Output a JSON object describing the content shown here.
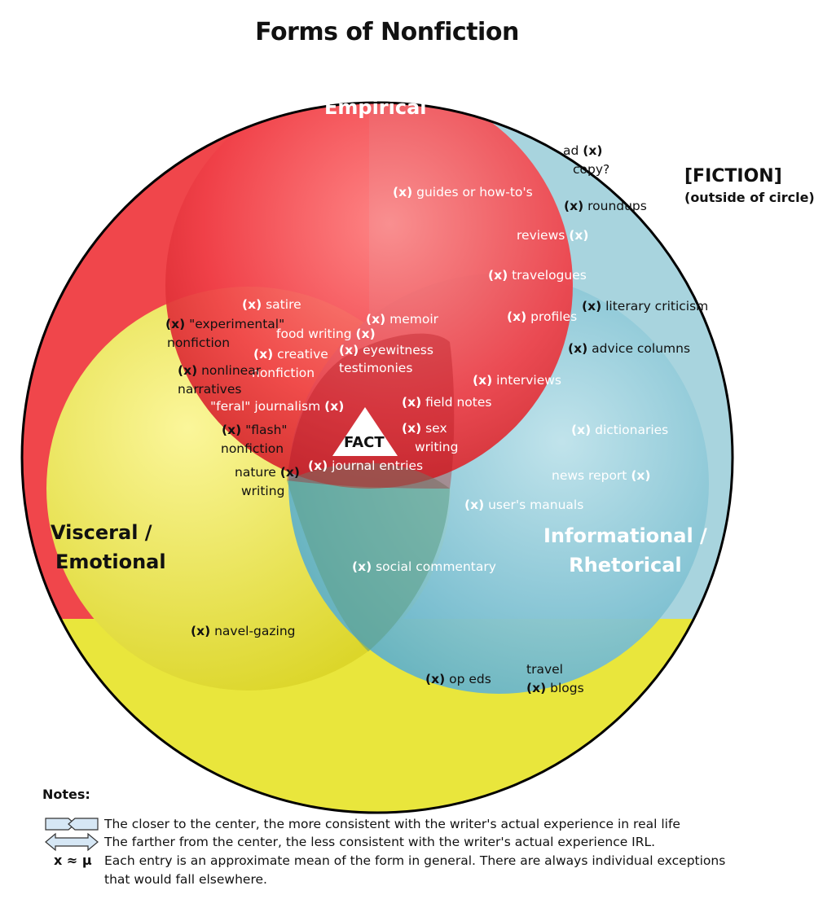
{
  "title": "Forms of Nonfiction",
  "regions": {
    "empirical": "Empirical",
    "visceral_line1": "Visceral /",
    "visceral_line2": "Emotional",
    "informational_line1": "Informational /",
    "informational_line2": "Rhetorical"
  },
  "fiction": {
    "label": "[FICTION]",
    "sublabel": "(outside of circle)"
  },
  "center": "FACT",
  "marker": "(x)",
  "entries": {
    "ad_copy_1": "ad",
    "ad_copy_2": "copy?",
    "guides": "guides or how-to's",
    "roundups": "roundups",
    "reviews": "reviews",
    "travelogues": "travelogues",
    "literary_criticism": "literary criticism",
    "satire": "satire",
    "memoir": "memoir",
    "profiles": "profiles",
    "experimental_1": "\"experimental\"",
    "experimental_2": "nonfiction",
    "food_writing": "food writing",
    "advice_columns": "advice columns",
    "creative_1": "creative",
    "creative_2": "nonfiction",
    "eyewitness_1": "eyewitness",
    "eyewitness_2": "testimonies",
    "nonlinear_1": "nonlinear",
    "nonlinear_2": "narratives",
    "interviews": "interviews",
    "feral": "\"feral\" journalism",
    "field_notes": "field notes",
    "flash_1": "\"flash\"",
    "flash_2": "nonfiction",
    "sex_1": "sex",
    "sex_2": "writing",
    "dictionaries": "dictionaries",
    "nature_1": "nature",
    "nature_2": "writing",
    "journal_entries": "journal entries",
    "news_report": "news report",
    "users_manuals": "user's manuals",
    "social_commentary": "social commentary",
    "navel_gazing": "navel-gazing",
    "op_eds": "op eds",
    "travel_blogs_1": "travel",
    "travel_blogs_2": "blogs"
  },
  "notes": {
    "title": "Notes:",
    "closer": "The closer to the center, the more consistent with the writer's actual experience in real life",
    "farther": "The farther from the center, the less consistent with the writer's actual experience IRL.",
    "approx_symbol": "x ≈ μ",
    "mean_1": "Each entry is an approximate mean of the form in general. There are always individual exceptions",
    "mean_2": "that would fall elsewhere."
  },
  "colors": {
    "red": "#f0464b",
    "yellow": "#ede93c",
    "blue": "#9fd0dc",
    "outline": "#000000"
  }
}
